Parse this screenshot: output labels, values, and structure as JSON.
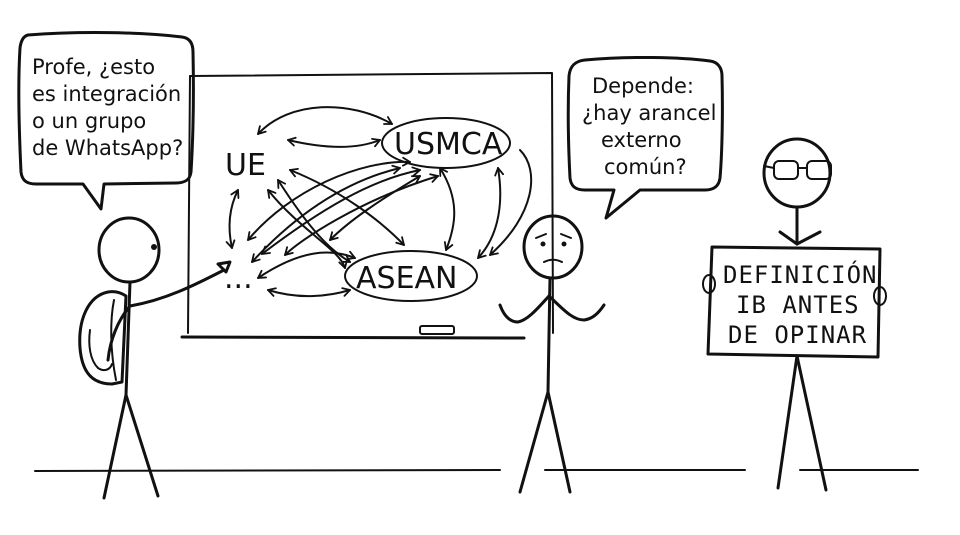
{
  "speech": {
    "student": [
      "Profe, ¿esto",
      "es integración",
      "o un grupo",
      "de WhatsApp?"
    ],
    "middle": [
      "Depende:",
      "¿hay arancel",
      "externo",
      "común?"
    ]
  },
  "board": {
    "ue": "UE",
    "usmca": "USMCA",
    "asean": "ASEAN",
    "ellipsis": "..."
  },
  "sign": [
    "DEFINICIÓN",
    "IB ANTES",
    "DE OPINAR"
  ]
}
